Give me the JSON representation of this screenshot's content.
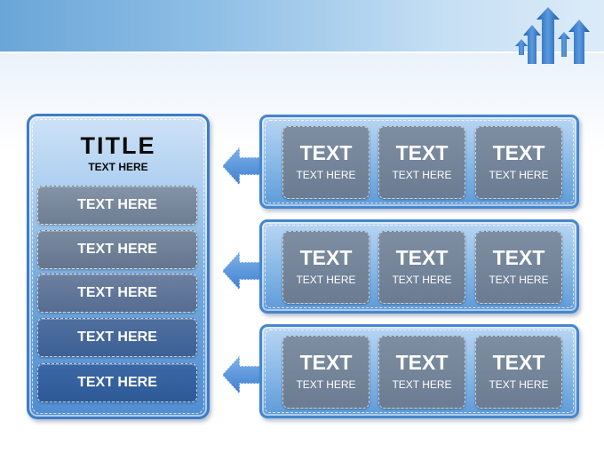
{
  "header": {
    "logo_icon": "rising-arrows-icon"
  },
  "left_panel": {
    "title": "TITLE",
    "subtitle": "TEXT HERE",
    "items": [
      {
        "label": "TEXT HERE"
      },
      {
        "label": "TEXT HERE"
      },
      {
        "label": "TEXT HERE"
      },
      {
        "label": "TEXT HERE"
      },
      {
        "label": "TEXT HERE"
      }
    ]
  },
  "rows": [
    {
      "cards": [
        {
          "heading": "TEXT",
          "text": "TEXT HERE"
        },
        {
          "heading": "TEXT",
          "text": "TEXT HERE"
        },
        {
          "heading": "TEXT",
          "text": "TEXT HERE"
        }
      ]
    },
    {
      "cards": [
        {
          "heading": "TEXT",
          "text": "TEXT HERE"
        },
        {
          "heading": "TEXT",
          "text": "TEXT HERE"
        },
        {
          "heading": "TEXT",
          "text": "TEXT HERE"
        }
      ]
    },
    {
      "cards": [
        {
          "heading": "TEXT",
          "text": "TEXT HERE"
        },
        {
          "heading": "TEXT",
          "text": "TEXT HERE"
        },
        {
          "heading": "TEXT",
          "text": "TEXT HERE"
        }
      ]
    }
  ],
  "arrows": {
    "icon": "left-arrow-icon"
  },
  "colors": {
    "panel_border": "#3f7cc6",
    "card_fill": "#6b7c92",
    "dark_button": "#2e5a96"
  }
}
